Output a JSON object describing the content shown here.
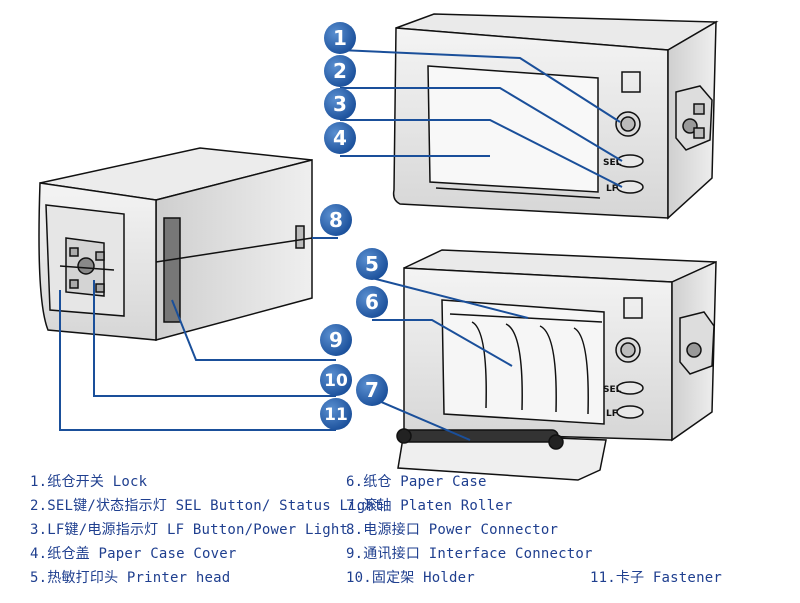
{
  "callouts": [
    {
      "n": "1"
    },
    {
      "n": "2"
    },
    {
      "n": "3"
    },
    {
      "n": "4"
    },
    {
      "n": "5"
    },
    {
      "n": "6"
    },
    {
      "n": "7"
    },
    {
      "n": "8"
    },
    {
      "n": "9"
    },
    {
      "n": "10"
    },
    {
      "n": "11"
    }
  ],
  "button_labels": {
    "sel": "SEL",
    "lf": "LF"
  },
  "legend": [
    {
      "num": "1.",
      "label": "纸仓开关 Lock"
    },
    {
      "num": "2.",
      "label": "SEL键/状态指示灯 SEL Button/ Status Light"
    },
    {
      "num": "3.",
      "label": "LF键/电源指示灯 LF Button/Power Light"
    },
    {
      "num": "4.",
      "label": "纸仓盖 Paper Case Cover"
    },
    {
      "num": "5.",
      "label": "热敏打印头 Printer head"
    },
    {
      "num": "6.",
      "label": "纸仓 Paper Case"
    },
    {
      "num": "7.",
      "label": "滚轴 Platen Roller"
    },
    {
      "num": "8.",
      "label": "电源接口 Power Connector"
    },
    {
      "num": "9.",
      "label": "通讯接口 Interface Connector"
    },
    {
      "num": "10.",
      "label": "固定架 Holder"
    },
    {
      "num": "11.",
      "label": "卡子 Fastener"
    }
  ],
  "colors": {
    "callout_fill": "#1f5fa8",
    "legend_text": "#1f3f8f",
    "line": "#1a4f9a",
    "stroke": "#111111"
  }
}
